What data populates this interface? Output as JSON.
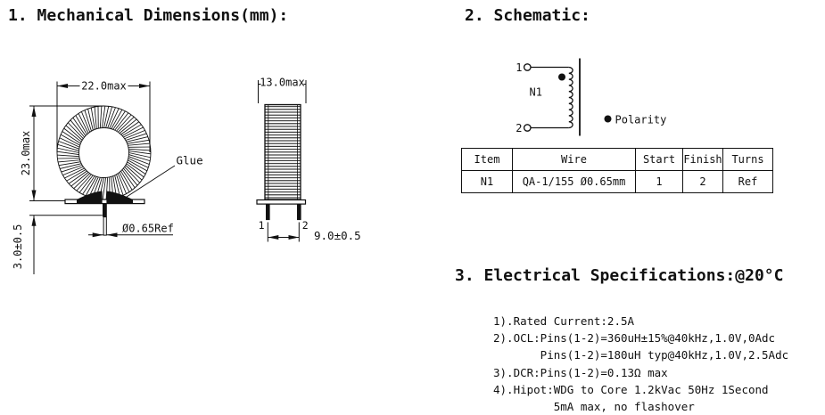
{
  "page": {
    "background": "#ffffff",
    "ink": "#111111"
  },
  "mechanical": {
    "title": "1. Mechanical Dimensions(mm):",
    "front_view": {
      "width_dim": "22.0max",
      "height_dim": "23.0max",
      "standoff_dim": "3.0±0.5",
      "pin_diameter_dim": "Ø0.65Ref",
      "glue_label": "Glue"
    },
    "side_view": {
      "width_dim": "13.0max",
      "pin_pitch_dim": "9.0±0.5",
      "pin1_label": "1",
      "pin2_label": "2"
    }
  },
  "schematic": {
    "title": "2. Schematic:",
    "pin1_label": "1",
    "pin2_label": "2",
    "winding_label": "N1",
    "polarity_legend": "Polarity"
  },
  "winding_table": {
    "headers": [
      "Item",
      "Wire",
      "Start",
      "Finish",
      "Turns"
    ],
    "row": {
      "item": "N1",
      "wire": "QA-1/155 Ø0.65mm",
      "start": "1",
      "finish": "2",
      "turns": "Ref"
    }
  },
  "electrical": {
    "title": "3. Electrical Specifications:@20°C",
    "lines": [
      "1).Rated Current:2.5A",
      "2).OCL:Pins(1-2)=360uH±15%@40kHz,1.0V,0Adc",
      "       Pins(1-2)=180uH typ@40kHz,1.0V,2.5Adc",
      "3).DCR:Pins(1-2)=0.13Ω max",
      "4).Hipot:WDG to Core 1.2kVac 50Hz 1Second",
      "         5mA max, no flashover"
    ]
  }
}
